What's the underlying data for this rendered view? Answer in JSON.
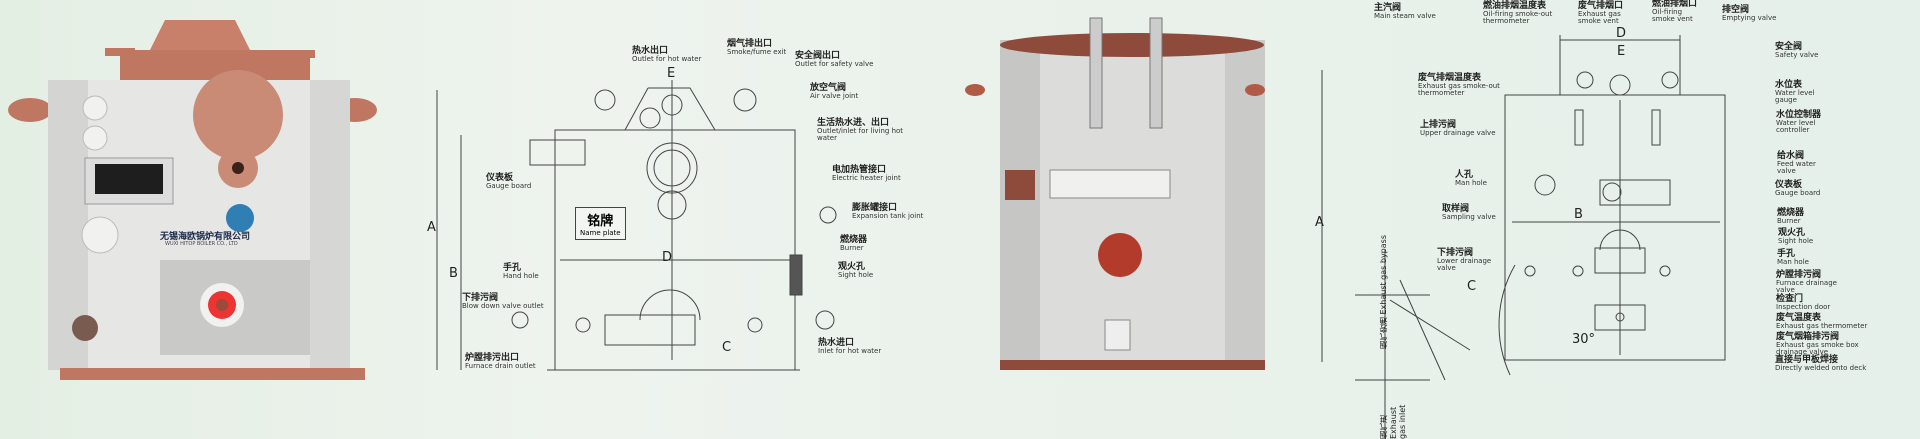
{
  "photo_left": {
    "company_cn": "无锡海欧锅炉有限公司",
    "company_en": "WUXI HITOP BOILER CO., LTD"
  },
  "diagram_left": {
    "dimensions": {
      "a": "A",
      "b": "B",
      "c": "C",
      "d": "D",
      "e": "E"
    },
    "labels": [
      {
        "cn": "热水出口",
        "en": "Outlet for hot water"
      },
      {
        "cn": "烟气排出口",
        "en": "Smoke/fume exit"
      },
      {
        "cn": "安全阀出口",
        "en": "Outlet for safety valve"
      },
      {
        "cn": "放空气阀",
        "en": "Air valve joint"
      },
      {
        "cn": "生活热水进、出口",
        "en": "Outlet/inlet for living hot water"
      },
      {
        "cn": "电加热管接口",
        "en": "Electric heater joint"
      },
      {
        "cn": "膨胀罐接口",
        "en": "Expansion tank joint"
      },
      {
        "cn": "燃烧器",
        "en": "Burner"
      },
      {
        "cn": "观火孔",
        "en": "Sight hole"
      },
      {
        "cn": "热水进口",
        "en": "Inlet for hot water"
      },
      {
        "cn": "仪表板",
        "en": "Gauge board"
      },
      {
        "cn": "手孔",
        "en": "Hand hole"
      },
      {
        "cn": "下排污阀",
        "en": "Blow down valve outlet"
      },
      {
        "cn": "炉膛排污出口",
        "en": "Furnace drain outlet"
      }
    ],
    "nameplate": {
      "cn": "铭牌",
      "en": "Name plate"
    }
  },
  "diagram_right": {
    "dimensions": {
      "a": "A",
      "b": "B",
      "c": "C",
      "d": "D",
      "e": "E",
      "angle": "30°"
    },
    "labels": [
      {
        "cn": "主汽阀",
        "en": "Main steam valve"
      },
      {
        "cn": "燃油排烟温度表",
        "en": "Oil-firing smoke-out thermometer"
      },
      {
        "cn": "废气排烟口",
        "en": "Exhaust gas smoke vent"
      },
      {
        "cn": "燃油排烟口",
        "en": "Oil-firing smoke vent"
      },
      {
        "cn": "排空阀",
        "en": "Emptying valve"
      },
      {
        "cn": "安全阀",
        "en": "Safety valve"
      },
      {
        "cn": "废气排烟温度表",
        "en": "Exhaust gas smoke-out thermometer"
      },
      {
        "cn": "水位表",
        "en": "Water level gauge"
      },
      {
        "cn": "上排污阀",
        "en": "Upper drainage valve"
      },
      {
        "cn": "水位控制器",
        "en": "Water level controller"
      },
      {
        "cn": "给水阀",
        "en": "Feed water valve"
      },
      {
        "cn": "人孔",
        "en": "Man hole"
      },
      {
        "cn": "仪表板",
        "en": "Gauge board"
      },
      {
        "cn": "取样阀",
        "en": "Sampling valve"
      },
      {
        "cn": "燃烧器",
        "en": "Burner"
      },
      {
        "cn": "观火孔",
        "en": "Sight hole"
      },
      {
        "cn": "下排污阀",
        "en": "Lower drainage valve"
      },
      {
        "cn": "手孔",
        "en": "Man hole"
      },
      {
        "cn": "炉膛排污阀",
        "en": "Furnace drainage valve"
      },
      {
        "cn": "检查门",
        "en": "Inspection door"
      },
      {
        "cn": "废气温度表",
        "en": "Exhaust gas thermometer"
      },
      {
        "cn": "废气烟箱排污阀",
        "en": "Exhaust gas smoke box drainage valve"
      },
      {
        "cn": "直接与甲板焊接",
        "en": "Directly welded onto deck"
      }
    ],
    "bypass": {
      "cn": "烟气旁通",
      "en": "Exhaust gas bypass"
    },
    "inlet": {
      "cn": "烟气进",
      "en": "Exhaust gas inlet"
    }
  },
  "colors": {
    "background": "#e9f1e8",
    "shell": "#e6e6e4",
    "copper": "#c9806a",
    "line": "#444444"
  }
}
